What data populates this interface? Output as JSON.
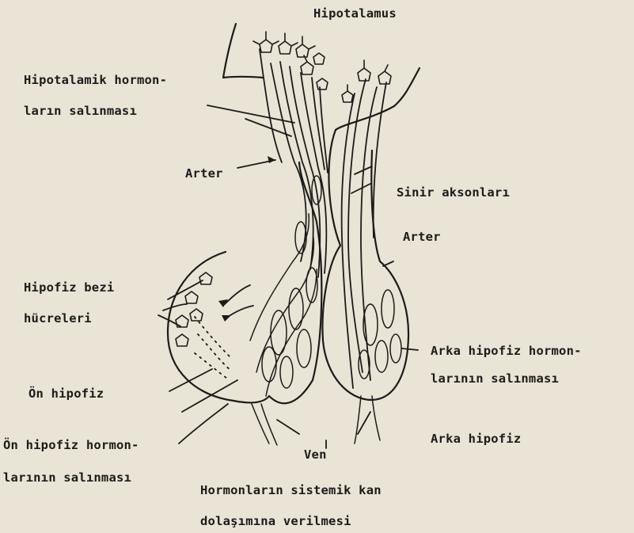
{
  "labels": {
    "hypothalamus": "Hipotalamus",
    "hypo_release_1": "Hipotalamik hormon-",
    "hypo_release_2": "ların salınması",
    "artery_left": "Arter",
    "nerve_axons": "Sinir aksonları",
    "artery_right": "Arter",
    "gland_cells_1": "Hipofiz bezi",
    "gland_cells_2": "hücreleri",
    "post_release_1": "Arka hipofiz hormon-",
    "post_release_2": "larının salınması",
    "anterior": "Ön hipofiz",
    "posterior": "Arka hipofiz",
    "ant_release_1": "Ön hipofiz hormon-",
    "ant_release_2": "larının salınması",
    "vein": "Ven",
    "systemic_1": "Hormonların sistemik kan",
    "systemic_2": "dolaşımına verilmesi"
  },
  "colors": {
    "paper": "#e9e4d6",
    "ink": "#1c1b19"
  }
}
